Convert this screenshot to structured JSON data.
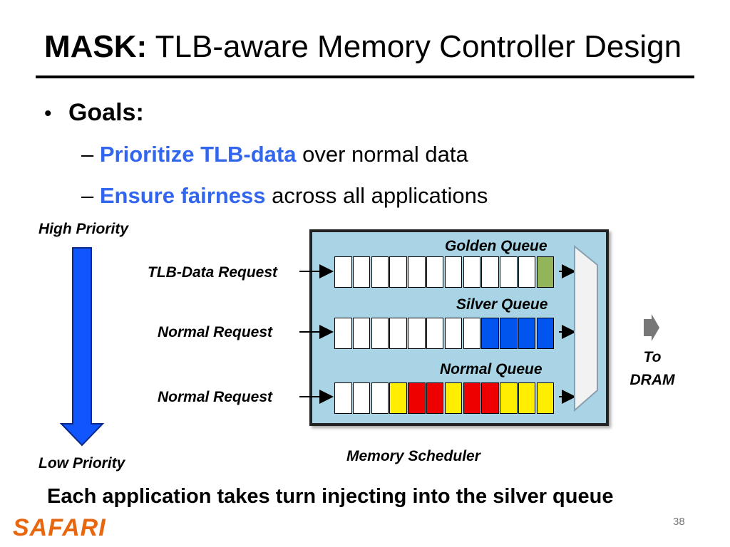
{
  "slide": {
    "title_bold": "MASK:",
    "title_rest": " TLB-aware Memory Controller Design",
    "bullet": "Goals:",
    "goals": [
      {
        "dash": "–",
        "highlight": "Prioritize TLB-data",
        "rest": " over normal data"
      },
      {
        "dash": "–",
        "highlight": "Ensure fairness",
        "rest": " across all applications"
      }
    ],
    "high_priority": "High Priority",
    "low_priority": "Low Priority",
    "requests": [
      "TLB-Data Request",
      "Normal Request",
      "Normal Request"
    ],
    "queues": {
      "golden": {
        "label": "Golden Queue",
        "cells": [
          "#ffffff",
          "#ffffff",
          "#ffffff",
          "#ffffff",
          "#ffffff",
          "#ffffff",
          "#ffffff",
          "#ffffff",
          "#ffffff",
          "#ffffff",
          "#ffffff",
          "#92b55a"
        ]
      },
      "silver": {
        "label": "Silver Queue",
        "cells": [
          "#ffffff",
          "#ffffff",
          "#ffffff",
          "#ffffff",
          "#ffffff",
          "#ffffff",
          "#ffffff",
          "#ffffff",
          "#0055ee",
          "#0055ee",
          "#0055ee",
          "#0055ee"
        ]
      },
      "normal": {
        "label": "Normal Queue",
        "cells": [
          "#ffffff",
          "#ffffff",
          "#ffffff",
          "#ffee00",
          "#ee0000",
          "#ee0000",
          "#ffee00",
          "#ee0000",
          "#ee0000",
          "#ffee00",
          "#ffee00",
          "#ffee00"
        ]
      }
    },
    "scheduler_label": "Memory Scheduler",
    "to_dram": [
      "To",
      "DRAM"
    ],
    "footer": "Each application takes turn injecting into the silver queue",
    "logo": "SAFARI",
    "page_number": "38",
    "colors": {
      "accent_blue": "#3366ee",
      "arrow_blue": "#1155ff",
      "scheduler_bg": "#a8d4e6",
      "logo_orange": "#e8660d"
    }
  }
}
